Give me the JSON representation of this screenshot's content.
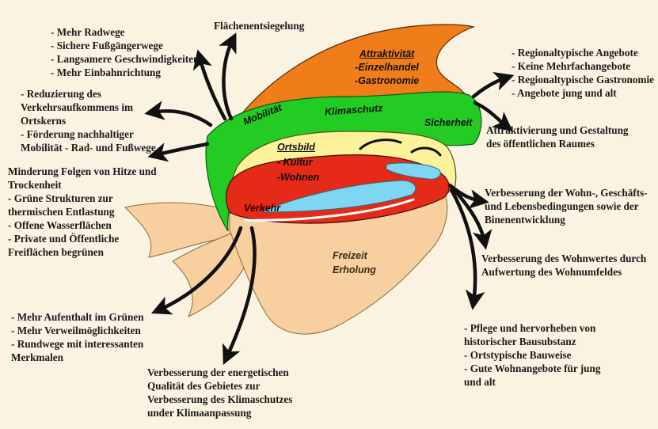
{
  "diagram": {
    "center_labels": {
      "top": {
        "title": "Attraktivität",
        "line2": "-Einzelhandel",
        "line3": "-Gastronomie"
      },
      "green_ring": {
        "left": "Mobilität",
        "middle": "Klimaschutz",
        "right": "Sicherheit"
      },
      "inner": {
        "title": "Ortsbild",
        "line2": "- Kultur",
        "line3": "-Wohnen"
      },
      "red": "Verkehr",
      "bottom": {
        "line1": "Freizeit",
        "line2": "Erholung"
      }
    },
    "blocks": {
      "top_center": {
        "line1": "Flächenentsiegelung"
      },
      "top_left": {
        "line1": "- Mehr Radwege",
        "line2": "- Sichere Fußgängerwege",
        "line3": "- Langsamere Geschwindigkeiten",
        "line4": "- Mehr Einbahnrichtung"
      },
      "mid_left": {
        "line1": "- Reduzierung des",
        "line2": "Verkehrsaufkommens im",
        "line3": "Ortskerns",
        "line4": "- Förderung nachhaltiger",
        "line5": "Mobilität - Rad- und Fußwege"
      },
      "left_climate": {
        "line1": "Minderung Folgen von Hitze und",
        "line2": "Trockenheit",
        "line3": "- Grüne Strukturen zur",
        "line4": "thermischen Entlastung",
        "line5": "- Offene Wasserflächen",
        "line6": "- Private und Öffentliche",
        "line7": "Freiflächen begrünen"
      },
      "bottom_left": {
        "line1": "- Mehr Aufenthalt im Grünen",
        "line2": "- Mehr Verweilmöglichkeiten",
        "line3": "- Rundwege mit interessanten",
        "line4": "Merkmalen"
      },
      "bottom_center": {
        "line1": "Verbesserung der energetischen",
        "line2": "Qualität des Gebietes zur",
        "line3": "Verbesserung des Klimaschutzes",
        "line4": "under Klimaanpassung"
      },
      "top_right": {
        "line1": "- Regionaltypische Angebote",
        "line2": "- Keine Mehrfachangebote",
        "line3": "- Regionaltypische Gastronomie",
        "line4": "- Angebote jung und alt"
      },
      "right_public": {
        "line1": "Attraktivierung und Gestaltung",
        "line2": "des öffentlichen Raumes"
      },
      "right_living": {
        "line1": "Verbesserung der Wohn-, Geschäfts-",
        "line2": "und Lebensbedingungen sowie der",
        "line3": "Binenentwicklung"
      },
      "right_wohnwert": {
        "line1": "Verbesserung des Wohnwertes durch",
        "line2": "Aufwertung des Wohnumfeldes"
      },
      "bottom_right": {
        "line1": "- Pflege und hervorheben von",
        "line2": "historischer Bausubstanz",
        "line3": "- Ortstypische Bauweise",
        "line4": "- Gute Wohnangebote für jung",
        "line5": "und alt"
      }
    },
    "colors": {
      "background": "#fbf3e1",
      "orange": "#f07d1a",
      "green": "#22cc22",
      "yellow": "#fbf29a",
      "red": "#e52a17",
      "water": "#7fd6f2",
      "fins": "#f8cf9f",
      "arrow": "#111111"
    }
  }
}
